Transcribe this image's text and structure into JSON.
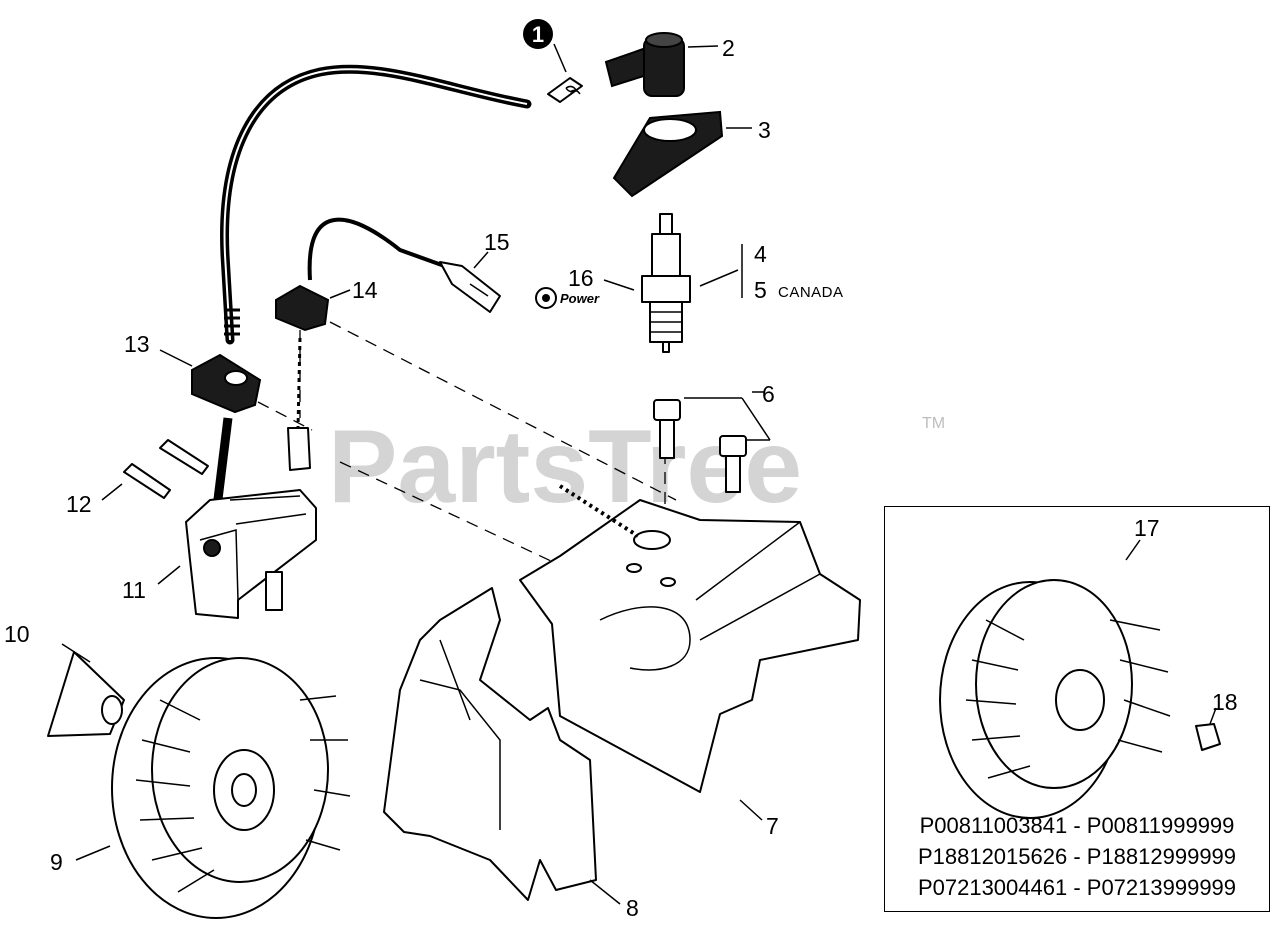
{
  "watermark": {
    "brand": "PartsTree",
    "trademark": "TM"
  },
  "note_marker": "1",
  "callouts": {
    "n2": "2",
    "n3": "3",
    "n4": "4",
    "n5": "5",
    "n6": "6",
    "n7": "7",
    "n8": "8",
    "n9": "9",
    "n10": "10",
    "n11": "11",
    "n12": "12",
    "n13": "13",
    "n14": "14",
    "n15": "15",
    "n16": "16",
    "n17": "17",
    "n18": "18"
  },
  "labels": {
    "canada": "CANADA",
    "power_logo": "Power"
  },
  "serial_ranges": [
    "P00811003841 - P00811999999",
    "P18812015626 - P18812999999",
    "P07213004461 - P07213999999"
  ]
}
